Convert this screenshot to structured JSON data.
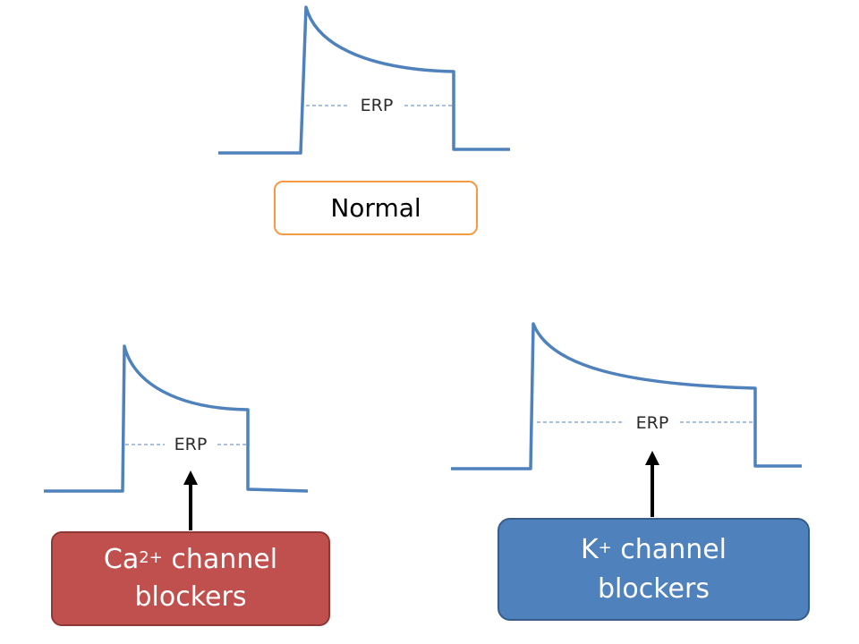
{
  "colors": {
    "trace": "#4f81bd",
    "normal_border": "#f79a46",
    "ca_fill": "#c0504d",
    "k_fill": "#4f81bd",
    "arrow": "#000000"
  },
  "normal": {
    "erp_label": "ERP",
    "box_label": "Normal"
  },
  "ca_blocker": {
    "erp_label": "ERP",
    "ion": "Ca",
    "charge": "2+",
    "line1_rest": " channel",
    "line2": "blockers"
  },
  "k_blocker": {
    "erp_label": "ERP",
    "ion": "K",
    "charge": "+",
    "line1_rest": " channel",
    "line2": "blockers"
  }
}
